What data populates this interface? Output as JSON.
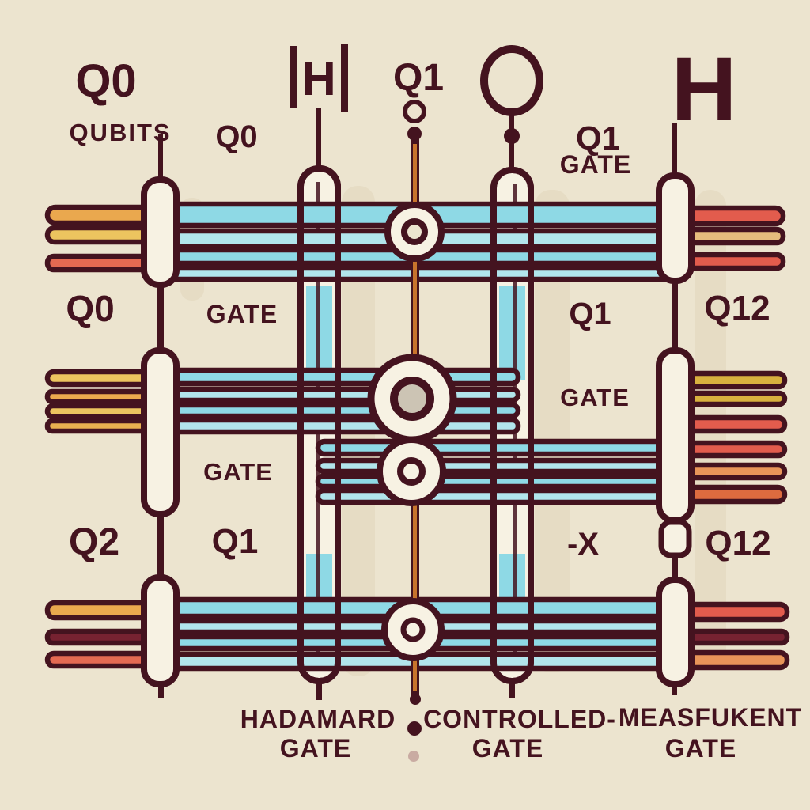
{
  "palette": {
    "bg": "#ece4cf",
    "ink": "#44131f",
    "cream": "#f7f2e3",
    "cyan": "#8ed9e5",
    "cyanLight": "#b2e5ec",
    "yellow": "#ecc45f",
    "orange": "#eaa84e",
    "orangeDeep": "#e8b050",
    "red": "#e25c4d",
    "salmon": "#e46a52",
    "darkRed": "#762231",
    "mustard": "#d8b13e",
    "burntOrange": "#dd6b3f",
    "peach": "#e89559",
    "tan": "#e6bd7d",
    "amber": "#c8742c",
    "grayFill": "#ccc4b4",
    "shadow": "#d8c9a8",
    "fadedDot": "#c9aba2"
  },
  "header": {
    "q0_large": "Q0",
    "qubits": "QUBITS",
    "q0_small": "Q0",
    "ket_h": "H",
    "q1_top": "Q1",
    "q1_label": "Q1",
    "q1_gate": "GATE",
    "h_large": "H"
  },
  "wire_labels": {
    "row1_q0": "Q0",
    "row1_gate": "GATE",
    "row1_q1": "Q1",
    "row1_q12": "Q12",
    "row2_gate_left": "GATE",
    "row2_gate_right": "GATE",
    "mid_q2": "Q2",
    "mid_q1": "Q1",
    "mid_minus_x": "-X",
    "mid_q12": "Q12"
  },
  "legend": {
    "hadamard_line1": "HADAMARD",
    "hadamard_line2": "GATE",
    "controlled_line1": "CONTROLLED-",
    "controlled_line2": "GATE",
    "measurement_line1": "MEASFUKENT",
    "measurement_line2": "GATE"
  }
}
